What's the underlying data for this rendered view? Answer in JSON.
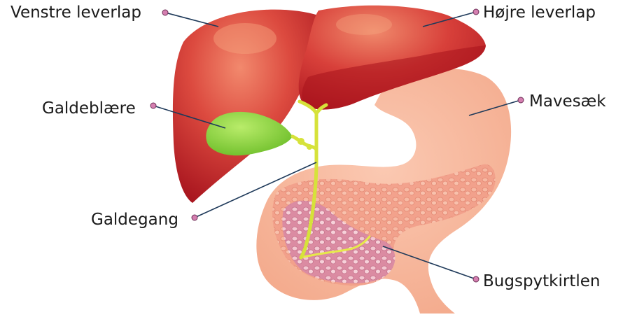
{
  "labels": {
    "left_liver_lobe": "Venstre leverlap",
    "right_liver_lobe": "Højre leverlap",
    "gallbladder": "Galdeblære",
    "stomach": "Mavesæk",
    "bile_duct": "Galdegang",
    "pancreas": "Bugspytkirtlen"
  },
  "colors": {
    "liver": "#d8453f",
    "liver_dark": "#a9161f",
    "gallbladder": "#8fd13a",
    "bile_duct": "#d6e23a",
    "stomach": "#f7b79c",
    "pancreas": "#f2a08c",
    "pancreas_head": "#e7a3b6",
    "leader_line": "#1f3a5a",
    "leader_dot": "#d47fb0"
  }
}
